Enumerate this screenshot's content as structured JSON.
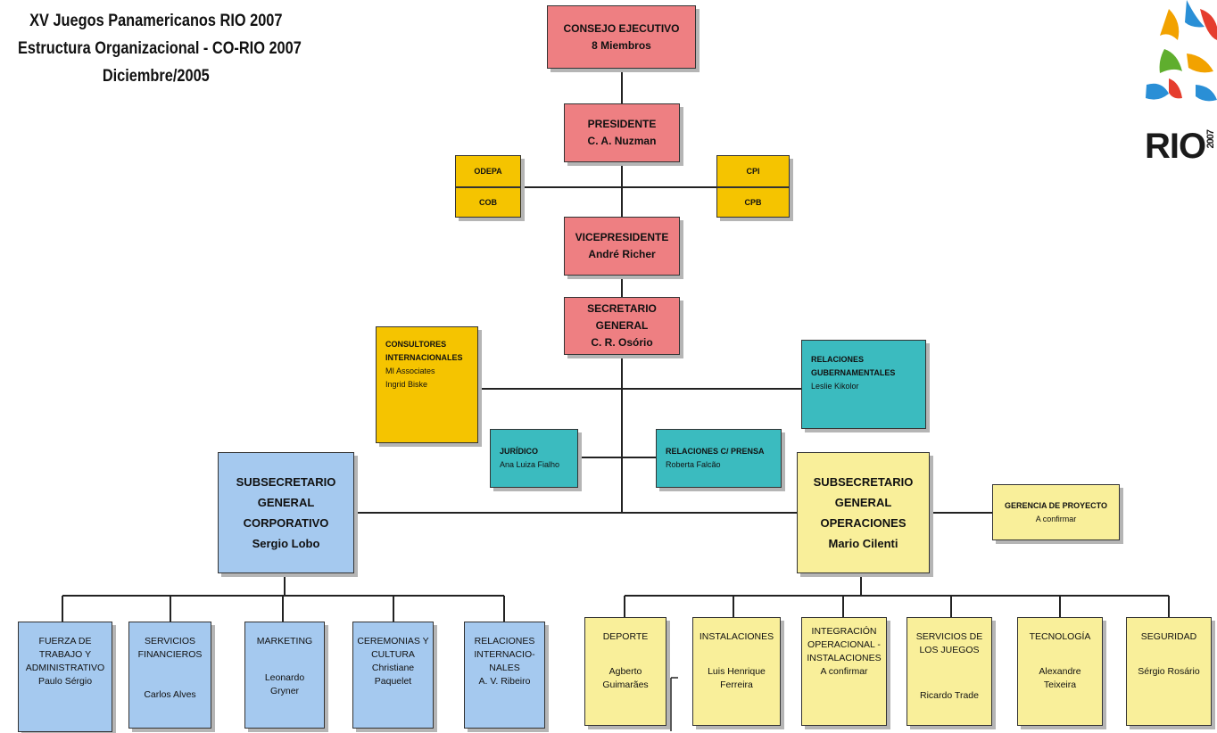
{
  "header": {
    "line1": "XV Juegos Panamericanos  RIO 2007",
    "line2": "Estructura Organizacional - CO-RIO 2007",
    "line3": "Diciembre/2005"
  },
  "logo": {
    "text": "RIO",
    "year": "2007"
  },
  "colors": {
    "executive": "#ee7f82",
    "partner": "#f5c400",
    "advisory": "#3bbbbf",
    "corporate": "#a5c9ef",
    "operations": "#f9ef9a"
  },
  "consejo": {
    "title": "CONSEJO EJECUTIVO",
    "sub": "8 Miembros"
  },
  "presidente": {
    "title": "PRESIDENTE",
    "name": "C. A. Nuzman"
  },
  "partners": {
    "odepa": "ODEPA",
    "cob": "COB",
    "cpi": "CPI",
    "cpb": "CPB"
  },
  "vicepresidente": {
    "title": "VICEPRESIDENTE",
    "name": "André Richer"
  },
  "secretario": {
    "title": "SECRETARIO GENERAL",
    "name": "C. R. Osório"
  },
  "consultores": {
    "l1": "CONSULTORES",
    "l2": "INTERNACIONALES",
    "l3": "MI Associates",
    "l4": "Ingrid Biske"
  },
  "relgub": {
    "l1": "RELACIONES",
    "l2": "GUBERNAMENTALES",
    "l3": "Leslie Kikolor"
  },
  "juridico": {
    "title": "JURÍDICO",
    "name": "Ana Luiza Fialho"
  },
  "prensa": {
    "title": "RELACIONES C/ PRENSA",
    "name": "Roberta Falcão"
  },
  "sub_corp": {
    "l1": "SUBSECRETARIO",
    "l2": "GENERAL",
    "l3": "CORPORATIVO",
    "l4": "Sergio Lobo"
  },
  "sub_oper": {
    "l1": "SUBSECRETARIO",
    "l2": "GENERAL",
    "l3": "OPERACIONES",
    "l4": "Mario Cilenti"
  },
  "gerencia": {
    "title": "GERENCIA DE PROYECTO",
    "name": "A confirmar"
  },
  "corp_units": [
    {
      "l1": "FUERZA DE",
      "l2": "TRABAJO Y",
      "l3": "ADMINISTRATIVO",
      "l4": "Paulo Sérgio"
    },
    {
      "l1": "SERVICIOS",
      "l2": "FINANCIEROS",
      "l3": "",
      "l4": "Carlos Alves"
    },
    {
      "l1": "MARKETING",
      "l2": "",
      "l3": "Leonardo",
      "l4": "Gryner"
    },
    {
      "l1": "CEREMONIAS Y",
      "l2": "CULTURA",
      "l3": "Christiane",
      "l4": "Paquelet"
    },
    {
      "l1": "RELACIONES",
      "l2": "INTERNACIO-",
      "l3": "NALES",
      "l4": "A. V. Ribeiro"
    }
  ],
  "oper_units": [
    {
      "l1": "DEPORTE",
      "l2": "",
      "l3": "Agberto",
      "l4": "Guimarães"
    },
    {
      "l1": "INSTALACIONES",
      "l2": "",
      "l3": "Luis Henrique",
      "l4": "Ferreira"
    },
    {
      "l1": "INTEGRACIÓN",
      "l2": "OPERACIONAL -",
      "l3": "INSTALACIONES",
      "l4": "A confirmar"
    },
    {
      "l1": "SERVICIOS DE",
      "l2": "LOS JUEGOS",
      "l3": "",
      "l4": "Ricardo Trade"
    },
    {
      "l1": "TECNOLOGÍA",
      "l2": "",
      "l3": "Alexandre",
      "l4": "Teixeira"
    },
    {
      "l1": "SEGURIDAD",
      "l2": "",
      "l3": "Sérgio Rosário",
      "l4": ""
    }
  ]
}
